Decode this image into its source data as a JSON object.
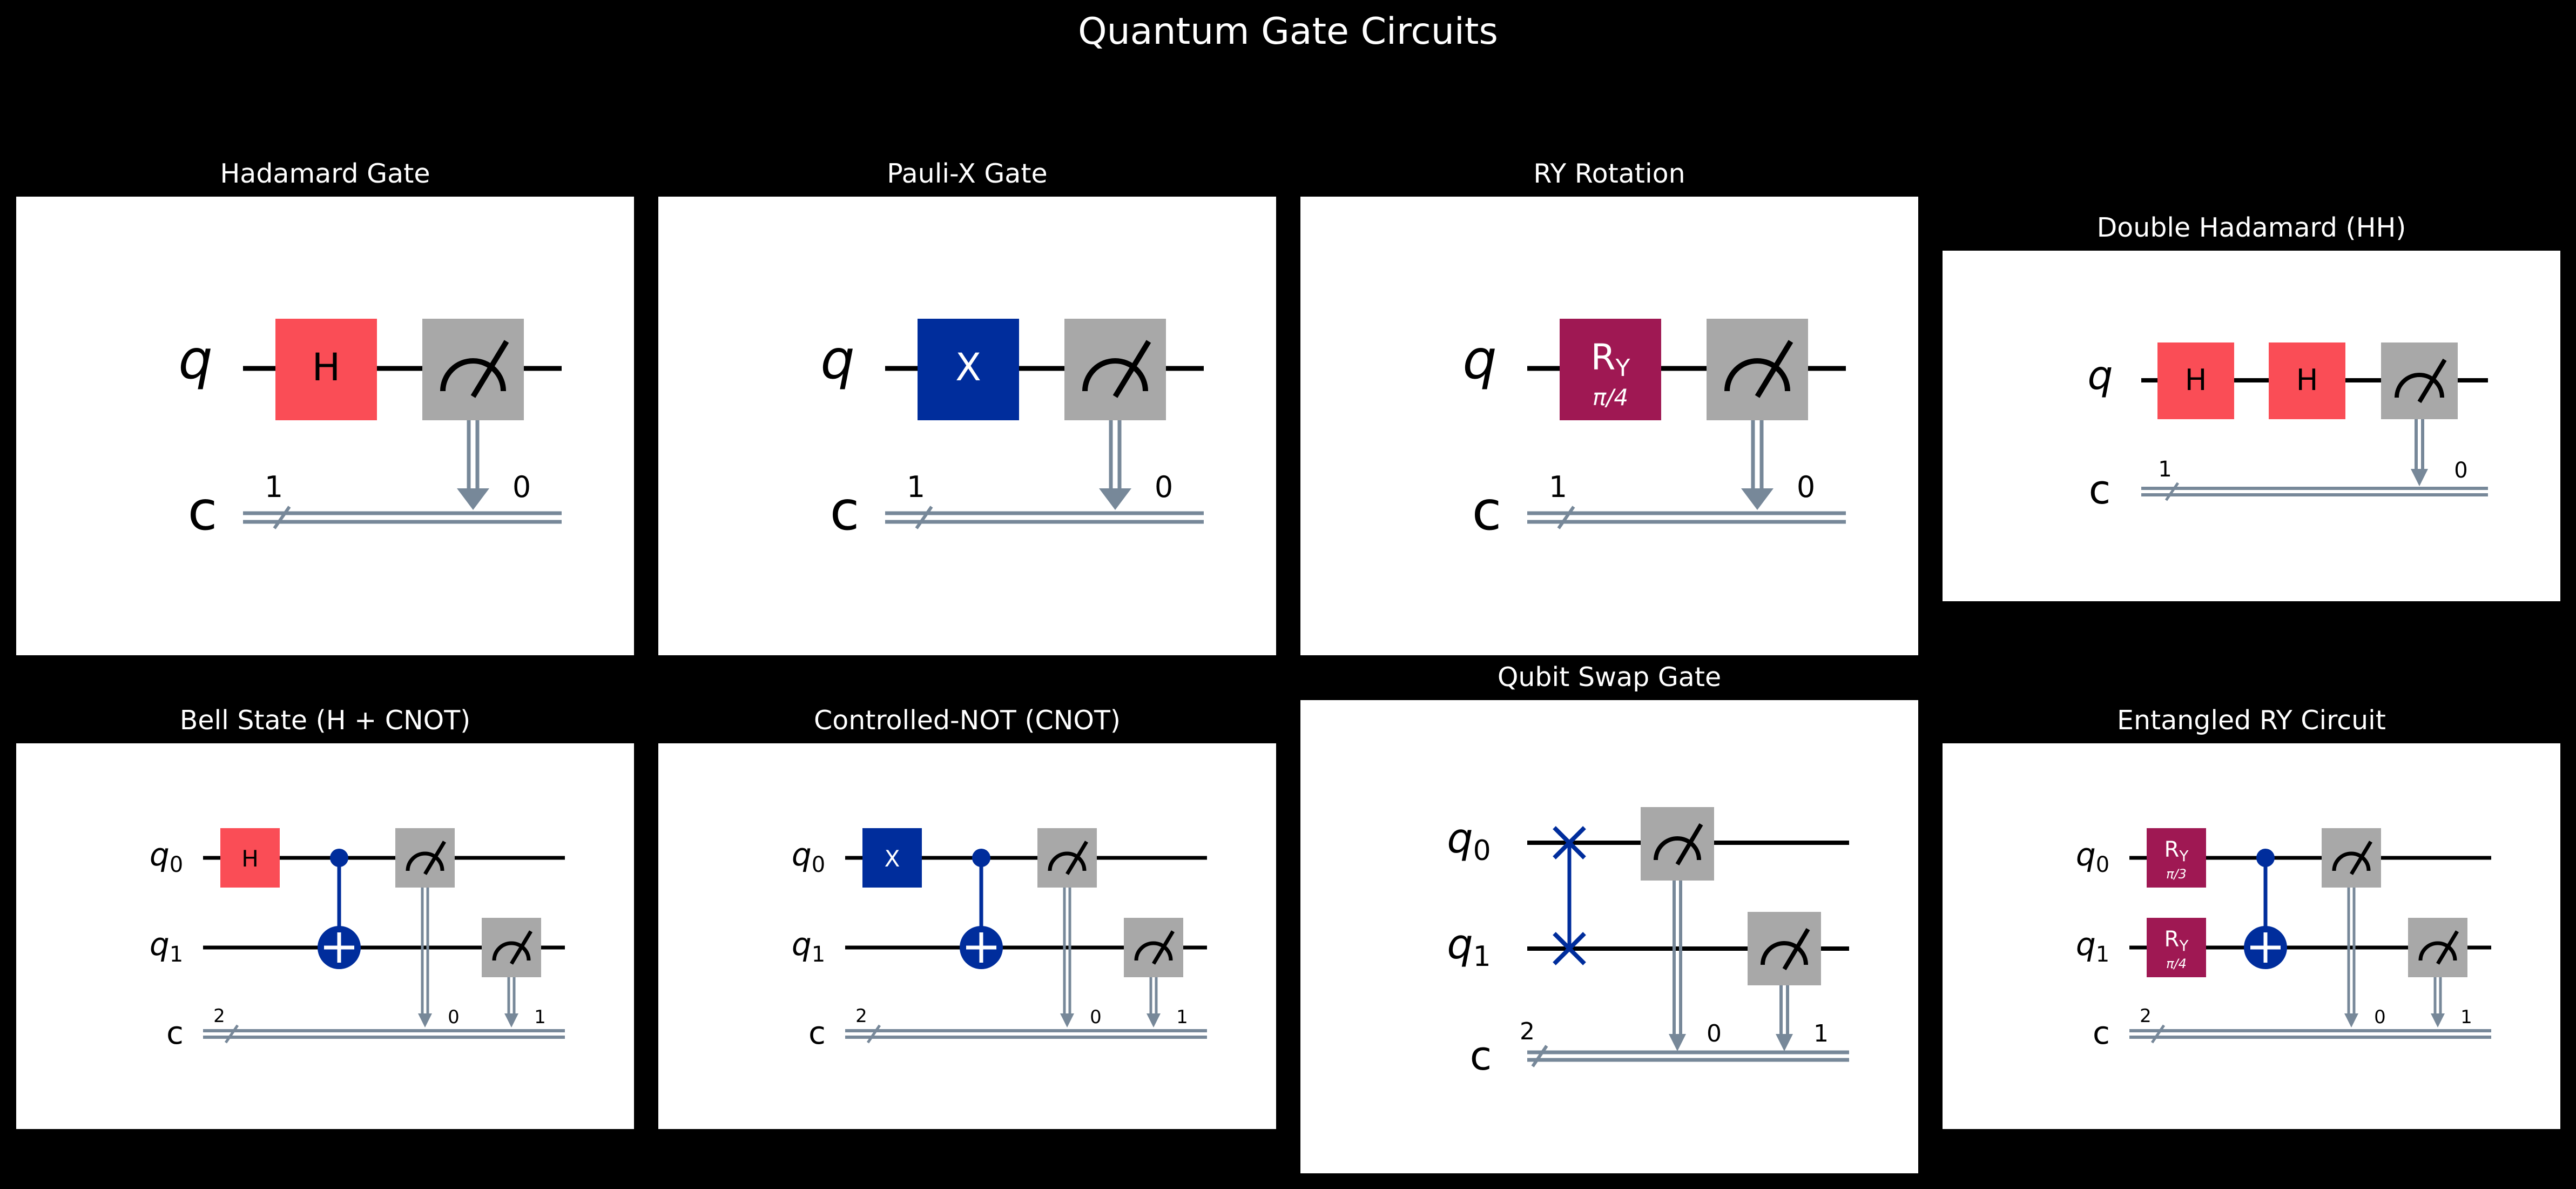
{
  "title": "Quantum Gate Circuits",
  "colors": {
    "background": "#000000",
    "card": "#ffffff",
    "wire": "#000000",
    "classical_wire": "#778899",
    "hadamard": "#fa4d56",
    "pauli_x": "#002d9c",
    "rotation": "#9f1853",
    "measure_box": "#a8a8a8",
    "gate_text_dark": "#000000",
    "gate_text_light": "#ffffff"
  },
  "icons": {
    "measure": "gauge-meter-icon",
    "cnot_target": "circle-plus-icon",
    "swap": "x-cross-icon"
  },
  "panels": [
    {
      "title": "Hadamard Gate",
      "qubits": [
        "q"
      ],
      "classical": {
        "label": "c",
        "width": "1",
        "bits": [
          "0"
        ]
      },
      "gates": [
        {
          "type": "H",
          "label": "H"
        }
      ],
      "measurements": [
        {
          "qubit": "q",
          "bit": "0"
        }
      ]
    },
    {
      "title": "Pauli-X Gate",
      "qubits": [
        "q"
      ],
      "classical": {
        "label": "c",
        "width": "1",
        "bits": [
          "0"
        ]
      },
      "gates": [
        {
          "type": "X",
          "label": "X"
        }
      ],
      "measurements": [
        {
          "qubit": "q",
          "bit": "0"
        }
      ]
    },
    {
      "title": "RY Rotation",
      "qubits": [
        "q"
      ],
      "classical": {
        "label": "c",
        "width": "1",
        "bits": [
          "0"
        ]
      },
      "gates": [
        {
          "type": "RY",
          "label": "R",
          "label_sub": "Y",
          "param": "π/4"
        }
      ],
      "measurements": [
        {
          "qubit": "q",
          "bit": "0"
        }
      ]
    },
    {
      "title": "Double Hadamard (HH)",
      "qubits": [
        "q"
      ],
      "classical": {
        "label": "c",
        "width": "1",
        "bits": [
          "0"
        ]
      },
      "gates": [
        {
          "type": "H",
          "label": "H"
        },
        {
          "type": "H",
          "label": "H"
        }
      ],
      "measurements": [
        {
          "qubit": "q",
          "bit": "0"
        }
      ]
    },
    {
      "title": "Bell State (H + CNOT)",
      "qubits": [
        {
          "base": "q",
          "sub": "0"
        },
        {
          "base": "q",
          "sub": "1"
        }
      ],
      "classical": {
        "label": "c",
        "width": "2",
        "bits": [
          "0",
          "1"
        ]
      },
      "gates": [
        {
          "type": "H",
          "label": "H",
          "qubit": 0
        },
        {
          "type": "CNOT",
          "control": 0,
          "target": 1
        }
      ],
      "measurements": [
        {
          "qubit": 0,
          "bit": "0"
        },
        {
          "qubit": 1,
          "bit": "1"
        }
      ]
    },
    {
      "title": "Controlled-NOT (CNOT)",
      "qubits": [
        {
          "base": "q",
          "sub": "0"
        },
        {
          "base": "q",
          "sub": "1"
        }
      ],
      "classical": {
        "label": "c",
        "width": "2",
        "bits": [
          "0",
          "1"
        ]
      },
      "gates": [
        {
          "type": "X",
          "label": "X",
          "qubit": 0
        },
        {
          "type": "CNOT",
          "control": 0,
          "target": 1
        }
      ],
      "measurements": [
        {
          "qubit": 0,
          "bit": "0"
        },
        {
          "qubit": 1,
          "bit": "1"
        }
      ]
    },
    {
      "title": "Qubit Swap Gate",
      "qubits": [
        {
          "base": "q",
          "sub": "0"
        },
        {
          "base": "q",
          "sub": "1"
        }
      ],
      "classical": {
        "label": "c",
        "width": "2",
        "bits": [
          "0",
          "1"
        ]
      },
      "gates": [
        {
          "type": "SWAP",
          "qubits": [
            0,
            1
          ]
        }
      ],
      "measurements": [
        {
          "qubit": 0,
          "bit": "0"
        },
        {
          "qubit": 1,
          "bit": "1"
        }
      ]
    },
    {
      "title": "Entangled RY Circuit",
      "qubits": [
        {
          "base": "q",
          "sub": "0"
        },
        {
          "base": "q",
          "sub": "1"
        }
      ],
      "classical": {
        "label": "c",
        "width": "2",
        "bits": [
          "0",
          "1"
        ]
      },
      "gates": [
        {
          "type": "RY",
          "label": "R",
          "label_sub": "Y",
          "param": "π/3",
          "qubit": 0
        },
        {
          "type": "RY",
          "label": "R",
          "label_sub": "Y",
          "param": "π/4",
          "qubit": 1
        },
        {
          "type": "CNOT",
          "control": 0,
          "target": 1
        }
      ],
      "measurements": [
        {
          "qubit": 0,
          "bit": "0"
        },
        {
          "qubit": 1,
          "bit": "1"
        }
      ]
    }
  ]
}
